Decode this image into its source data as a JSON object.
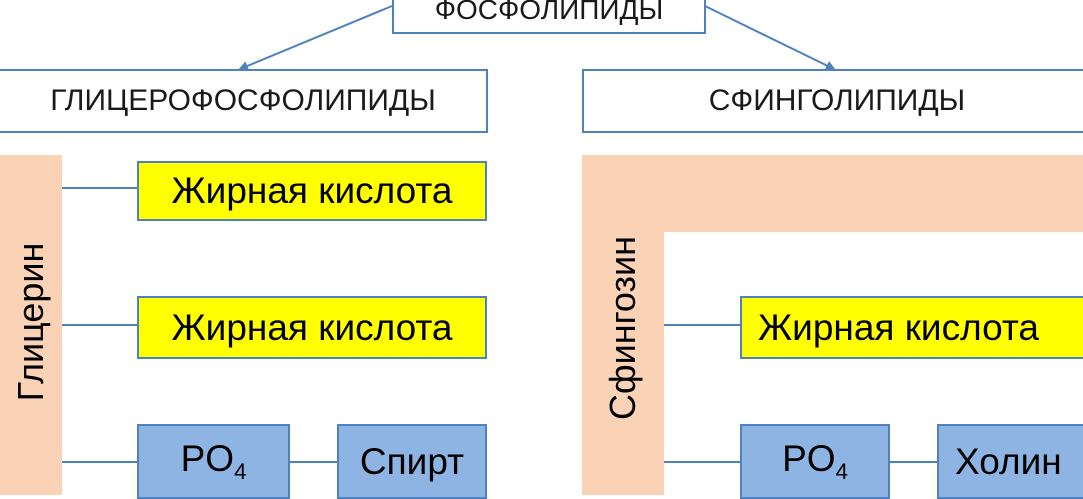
{
  "root": {
    "label": "ФОСФОЛИПИДЫ"
  },
  "left": {
    "title": "ГЛИЦЕРОФОСФОЛИПИДЫ",
    "backbone": "Глицерин",
    "fatty_acid_1": "Жирная кислота",
    "fatty_acid_2": "Жирная кислота",
    "phosphate": {
      "main": "PO",
      "sub": "4"
    },
    "alcohol": "Спирт"
  },
  "right": {
    "title": "СФИНГОЛИПИДЫ",
    "backbone": "Сфингозин",
    "fatty_acid": "Жирная кислота",
    "phosphate": {
      "main": "PO",
      "sub": "4"
    },
    "choline": "Холин"
  },
  "colors": {
    "border": "#4f81bd",
    "fatty_acid_fill": "#ffff00",
    "phosphate_fill": "#8eb4e3",
    "backbone_fill": "#fad2b6"
  }
}
